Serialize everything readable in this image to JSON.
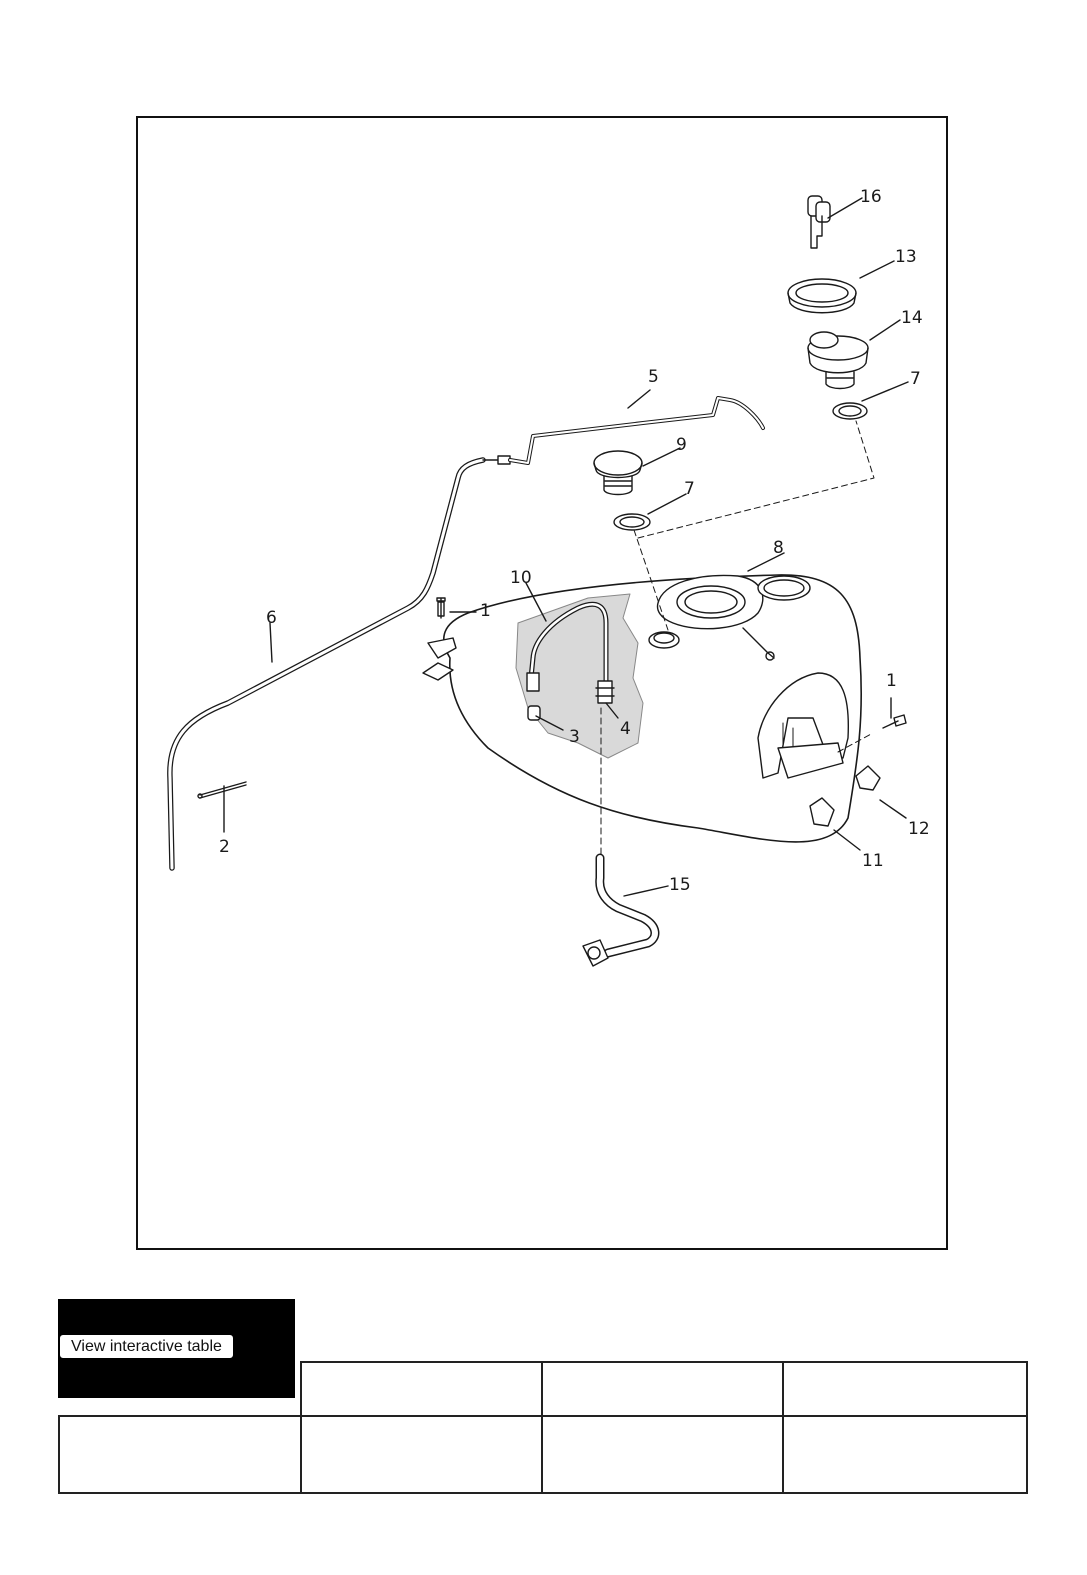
{
  "diagram": {
    "callouts": [
      "16",
      "13",
      "14",
      "7",
      "5",
      "9",
      "7",
      "8",
      "10",
      "1",
      "6",
      "1",
      "3",
      "4",
      "12",
      "2",
      "11",
      "15"
    ],
    "colors": {
      "line": "#1a1a1a",
      "cutaway": "#d9d9d9",
      "frame": "#111111"
    }
  },
  "table": {
    "button_label": "View interactive table",
    "header": [
      "",
      "",
      "",
      ""
    ],
    "rows": [
      [
        "",
        "",
        "",
        ""
      ]
    ]
  }
}
